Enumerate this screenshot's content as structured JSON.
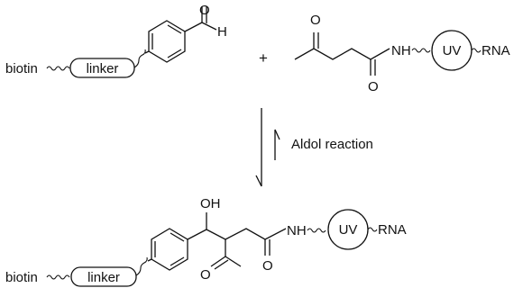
{
  "labels": {
    "biotin": "biotin",
    "linker": "linker",
    "uv": "UV",
    "rna": "RNA",
    "nh": "NH",
    "oh": "OH",
    "o": "O",
    "h": "H",
    "plus": "+",
    "reaction": "Aldol reaction"
  },
  "colors": {
    "ink": "#111111",
    "background": "#ffffff"
  }
}
